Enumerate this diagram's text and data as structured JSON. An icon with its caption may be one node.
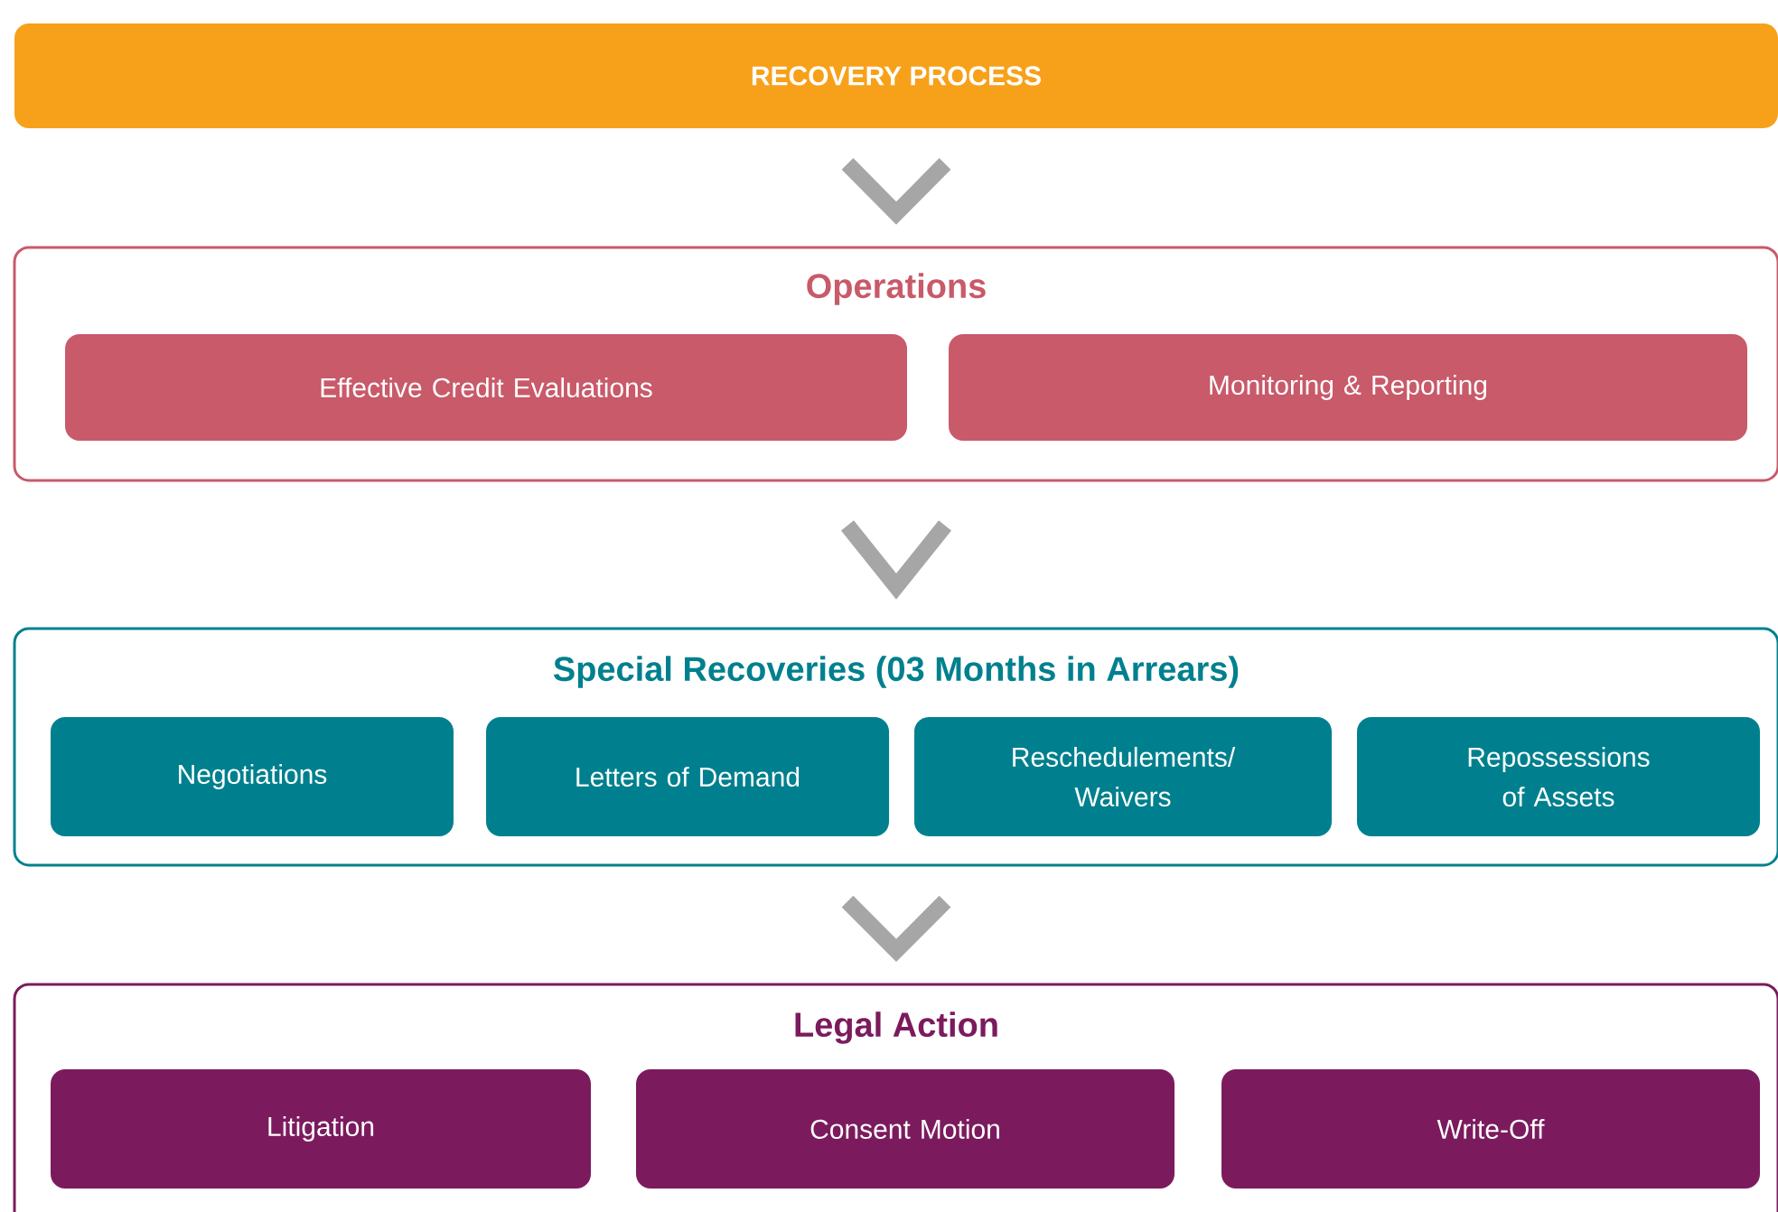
{
  "diagram": {
    "nodes": [
      {
        "text": [
          "RECOVERY PROCESS"
        ]
      },
      {
        "text": [
          "Operations"
        ]
      },
      {
        "text": [
          "Effective Credit Evaluations"
        ],
        "in": 1
      },
      {
        "text": [
          "Monitoring & Reporting"
        ],
        "in": 1
      },
      {
        "text": [
          "Special Recoveries (03 Months in Arrears)"
        ]
      },
      {
        "text": [
          "Negotiations"
        ],
        "in": 4
      },
      {
        "text": [
          "Letters of Demand"
        ],
        "in": 4
      },
      {
        "text": [
          "Reschedulements/ Waivers"
        ],
        "in": 4
      },
      {
        "text": [
          "Repossessions of Assets"
        ],
        "in": 4
      },
      {
        "text": [
          "Legal Action"
        ]
      },
      {
        "text": [
          "Litigation"
        ],
        "in": 9
      },
      {
        "text": [
          "Consent Motion"
        ],
        "in": 9
      },
      {
        "text": [
          "Write-Off"
        ],
        "in": 9
      }
    ],
    "edges": [
      {
        "from": 0,
        "to": 1,
        "arrow": "to"
      },
      {
        "from": 1,
        "to": 4,
        "arrow": "to"
      },
      {
        "from": 4,
        "to": 9,
        "arrow": "to"
      }
    ]
  }
}
